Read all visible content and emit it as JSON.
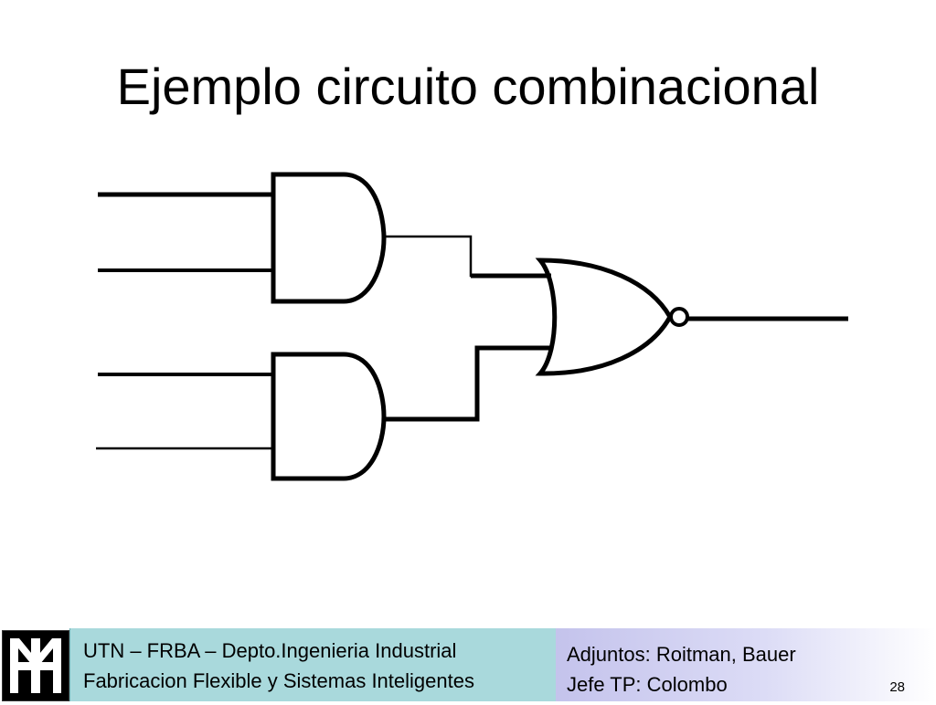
{
  "slide": {
    "title": "Ejemplo circuito combinacional"
  },
  "diagram": {
    "gates": [
      {
        "type": "AND",
        "label": "and-gate-top"
      },
      {
        "type": "AND",
        "label": "and-gate-bottom"
      },
      {
        "type": "NOR",
        "label": "nor-gate"
      }
    ]
  },
  "footer": {
    "left_line1": "UTN – FRBA – Depto.Ingenieria Industrial",
    "left_line2": "Fabricacion Flexible y Sistemas Inteligentes",
    "right_line1": "Adjuntos: Roitman, Bauer",
    "right_line2": "Jefe TP: Colombo",
    "page_number": "28"
  }
}
